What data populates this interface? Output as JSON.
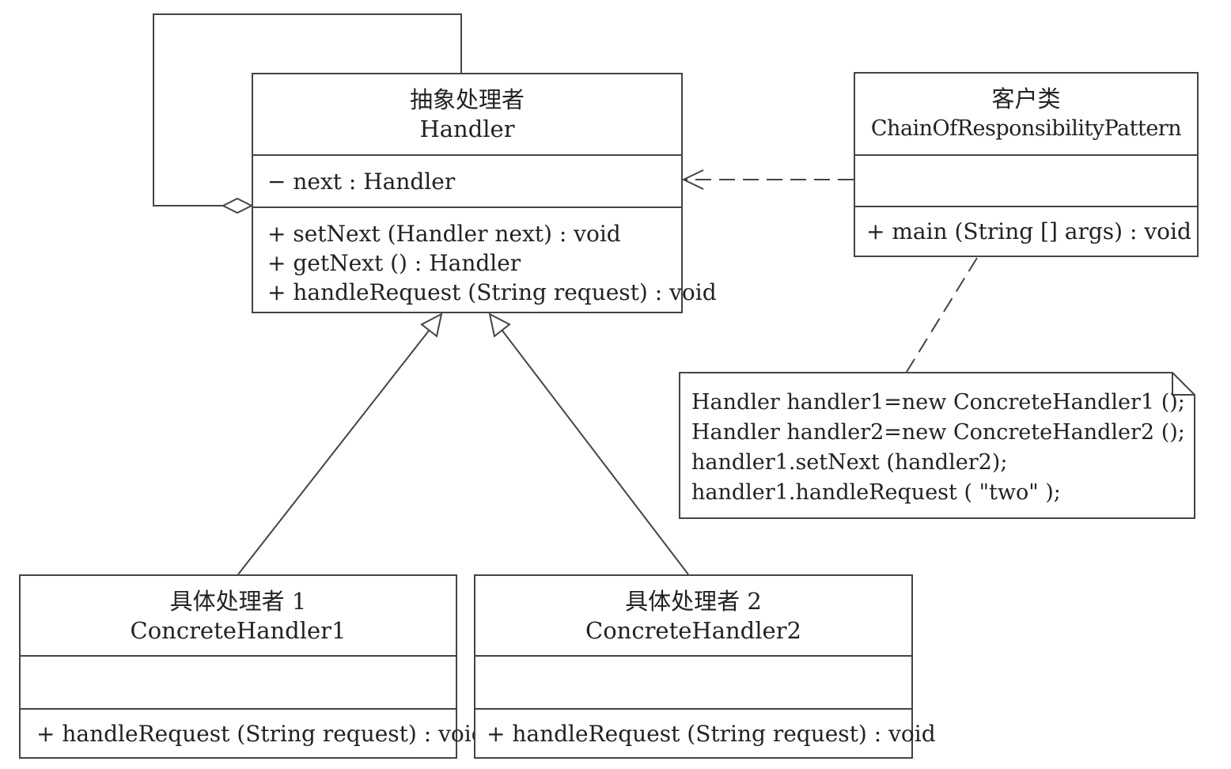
{
  "handler": {
    "cn_name": "抽象处理者",
    "en_name": "Handler",
    "attributes": [
      "− next : Handler"
    ],
    "operations": [
      "+ setNext (Handler next) : void",
      "+ getNext () : Handler",
      "+ handleRequest (String request) : void"
    ]
  },
  "client": {
    "cn_name": "客户类",
    "en_name": "ChainOfResponsibilityPattern",
    "operations": [
      "+ main (String [] args) : void"
    ]
  },
  "concrete1": {
    "cn_name": "具体处理者 1",
    "en_name": "ConcreteHandler1",
    "operations": [
      "+ handleRequest (String request) : void"
    ]
  },
  "concrete2": {
    "cn_name": "具体处理者 2",
    "en_name": "ConcreteHandler2",
    "operations": [
      "+ handleRequest (String request) : void"
    ]
  },
  "note": {
    "lines": [
      "Handler handler1=new ConcreteHandler1 ();",
      "Handler handler2=new ConcreteHandler2 ();",
      "handler1.setNext (handler2);",
      "handler1.handleRequest ( \"two\" );"
    ]
  },
  "colors": {
    "line": "#444444",
    "text": "#222222",
    "background": "#ffffff"
  }
}
